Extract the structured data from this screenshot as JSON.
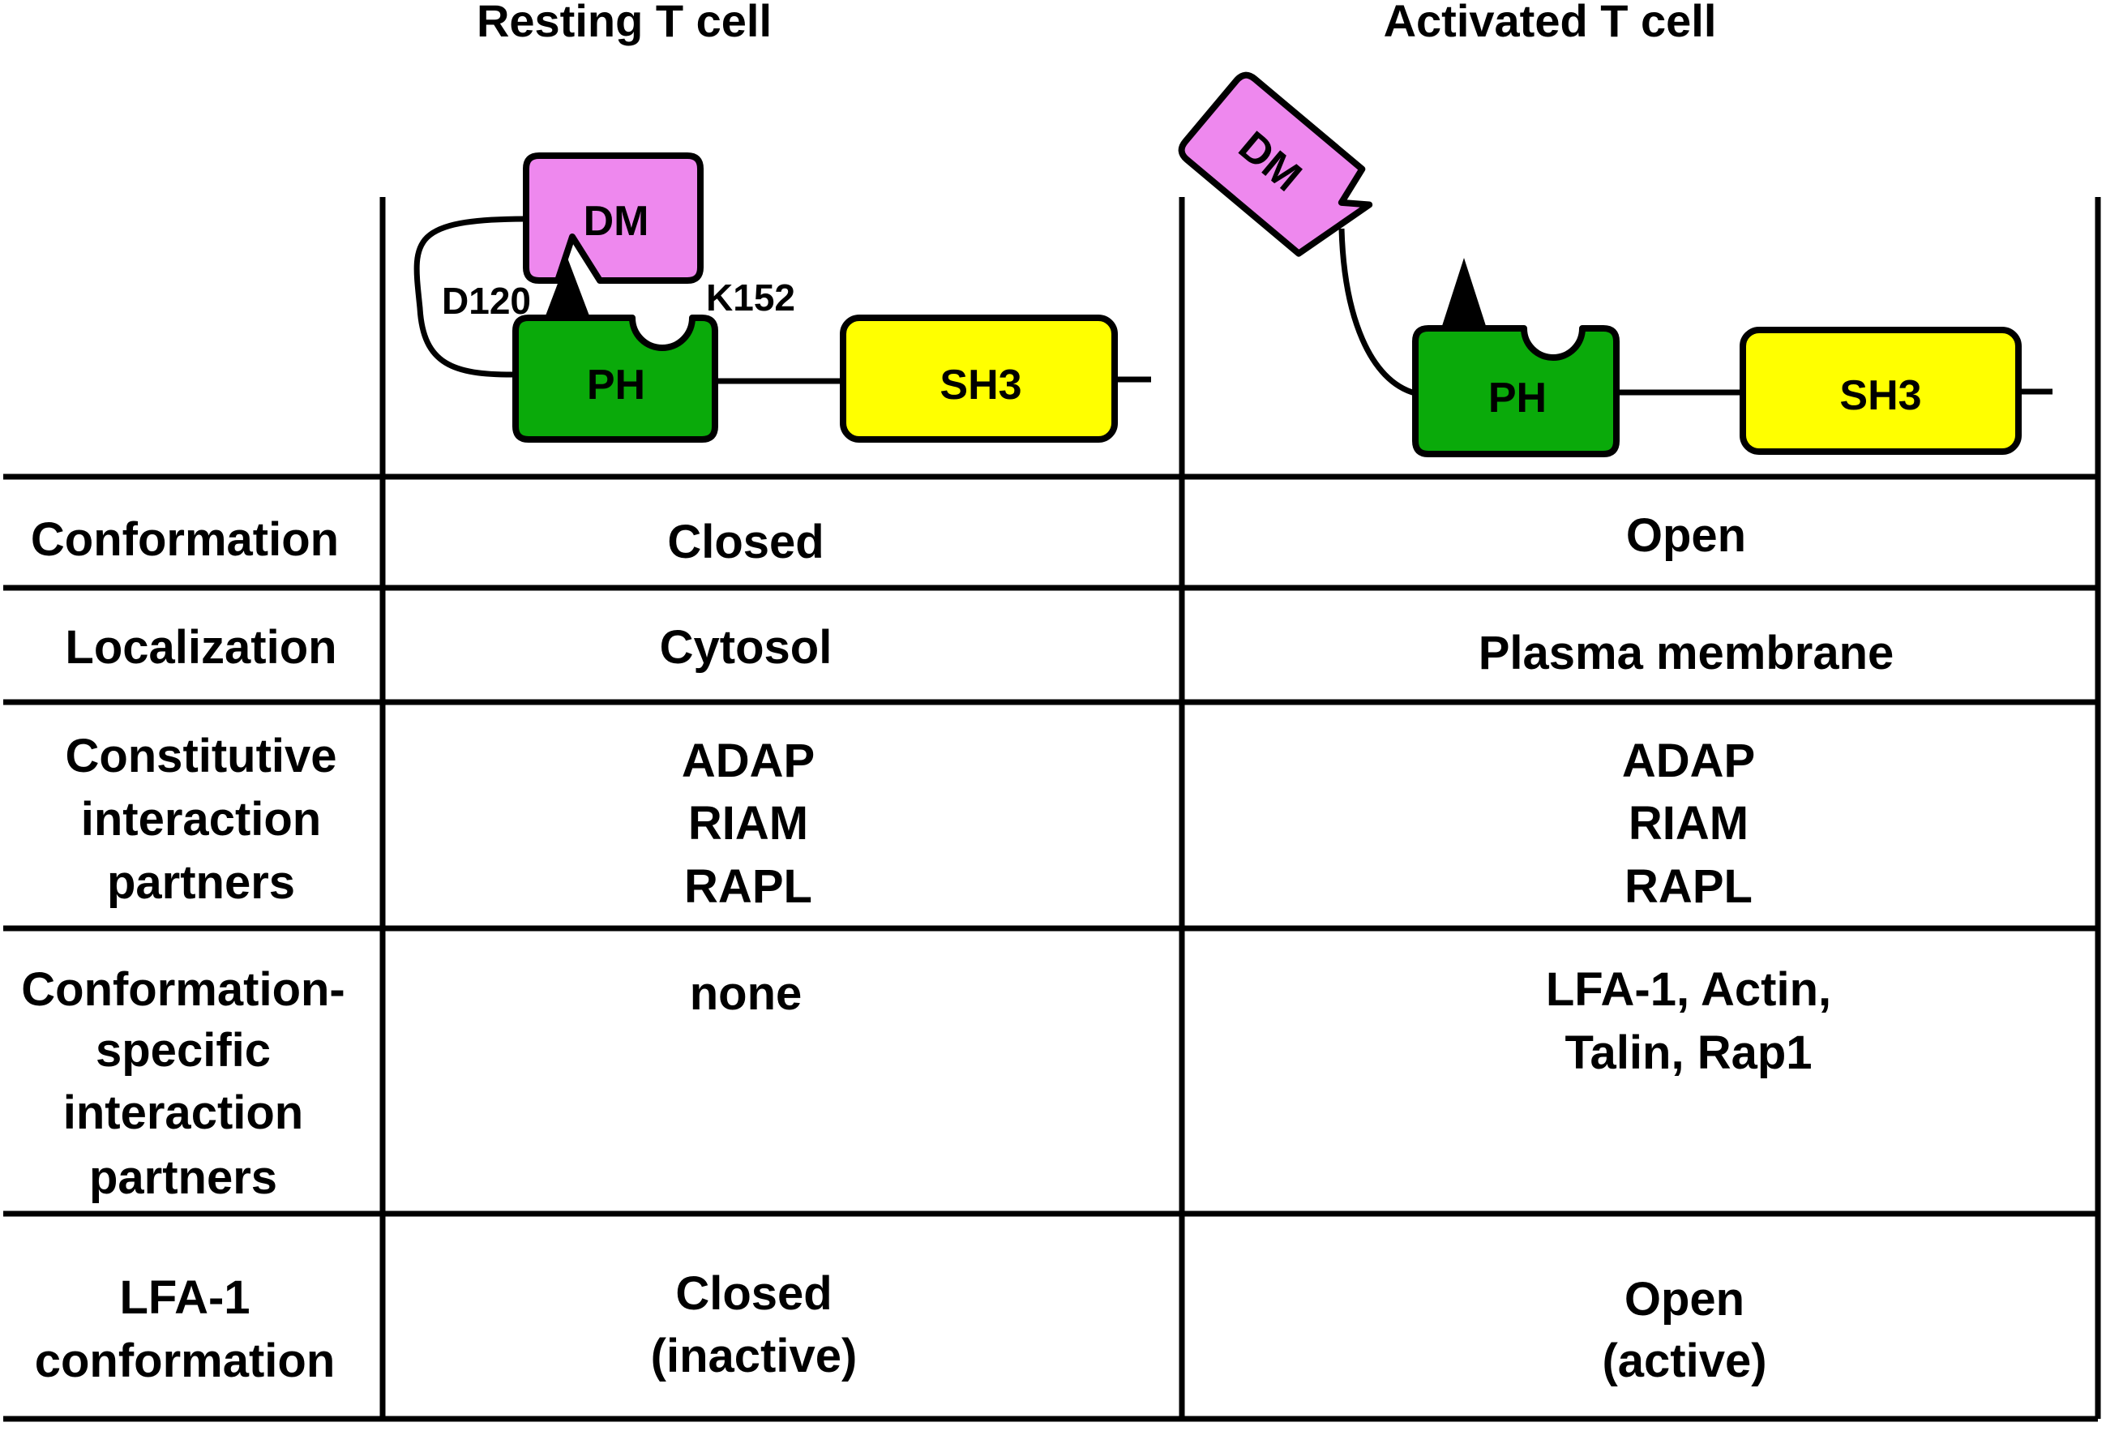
{
  "headers": {
    "resting": "Resting T cell",
    "activated": "Activated T cell"
  },
  "domains": {
    "dm": "DM",
    "ph": "PH",
    "sh3": "SH3",
    "site_left": "D120",
    "site_right": "K152"
  },
  "colors": {
    "dm_fill": "#ee88ee",
    "ph_fill": "#0aaa0a",
    "sh3_fill": "#ffff00",
    "line": "#000000"
  },
  "rows": [
    {
      "label": [
        "Conformation"
      ],
      "resting": [
        "Closed"
      ],
      "activated": [
        "Open"
      ]
    },
    {
      "label": [
        "Localization"
      ],
      "resting": [
        "Cytosol"
      ],
      "activated": [
        "Plasma membrane"
      ]
    },
    {
      "label": [
        "Constitutive",
        "interaction",
        "partners"
      ],
      "resting": [
        "ADAP",
        "RIAM",
        "RAPL"
      ],
      "activated": [
        "ADAP",
        "RIAM",
        "RAPL"
      ]
    },
    {
      "label": [
        "Conformation-",
        "specific",
        "interaction",
        "partners"
      ],
      "resting": [
        "none"
      ],
      "activated": [
        "LFA-1, Actin,",
        "Talin, Rap1"
      ]
    },
    {
      "label": [
        "LFA-1",
        "conformation"
      ],
      "resting": [
        "Closed",
        "(inactive)"
      ],
      "activated": [
        "Open",
        "(active)"
      ]
    }
  ]
}
